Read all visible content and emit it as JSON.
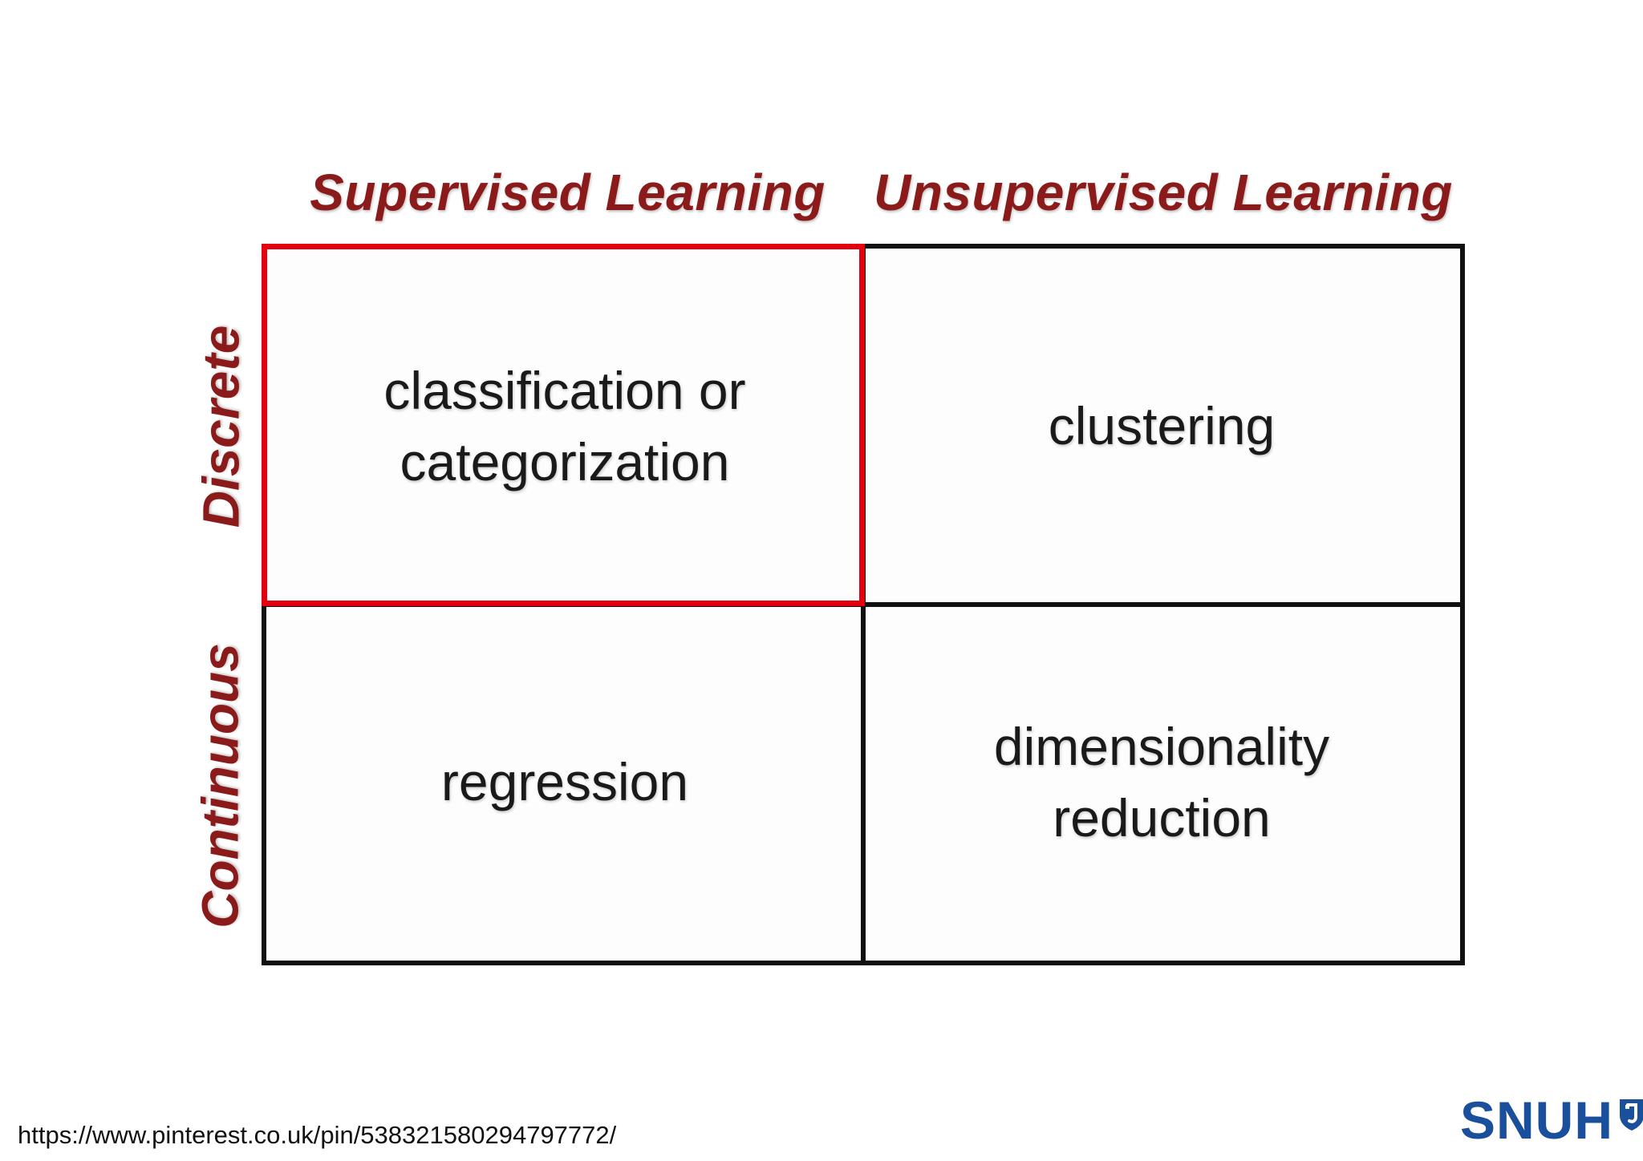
{
  "columns": {
    "supervised": "Supervised Learning",
    "unsupervised": "Unsupervised Learning"
  },
  "rows": {
    "discrete": "Discrete",
    "continuous": "Continuous"
  },
  "cells": {
    "discrete_supervised": [
      "classification or",
      "categorization"
    ],
    "discrete_unsupervised": [
      "clustering"
    ],
    "continuous_supervised": [
      "regression"
    ],
    "continuous_unsupervised": [
      "dimensionality",
      "reduction"
    ]
  },
  "highlighted_cell": "discrete_supervised",
  "source_url": "https://www.pinterest.co.uk/pin/538321580294797772/",
  "logo": {
    "text": "SNUH",
    "icon": "snuh-shield-icon",
    "color": "#1a4f9c"
  },
  "colors": {
    "header_text": "#8b1a1a",
    "highlight": "#e3000f",
    "grid_line": "#111111"
  }
}
